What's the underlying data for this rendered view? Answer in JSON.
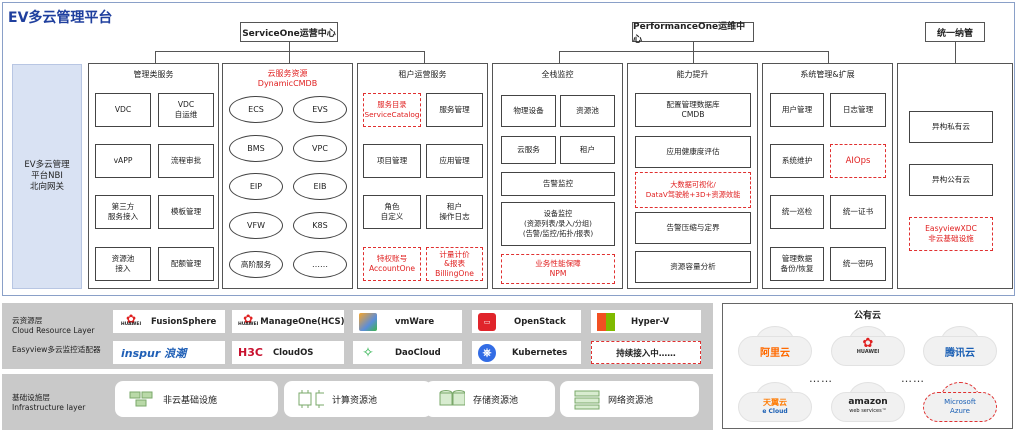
{
  "title": "EV多云管理平台",
  "headers": {
    "serviceone": "ServiceOne运营中心",
    "performanceone": "PerformanceOne运维中心",
    "unified": "统一纳管"
  },
  "left_column": "EV多云管理\n平台NBI\n北向网关",
  "panels": {
    "mgmt": {
      "title": "管理类服务",
      "items": [
        "VDC",
        "VDC\n自运维",
        "vAPP",
        "流程审批",
        "第三方\n服务接入",
        "模板管理",
        "资源池\n接入",
        "配额管理"
      ]
    },
    "cloud": {
      "title": "云服务资源\nDynamicCMDB",
      "items": [
        "ECS",
        "EVS",
        "BMS",
        "VPC",
        "EIP",
        "EIB",
        "VFW",
        "K8S",
        "高阶服务",
        "……"
      ]
    },
    "tenant": {
      "title": "租户运营服务",
      "items": [
        "服务目录\nServiceCatalog",
        "服务管理",
        "项目管理",
        "应用管理",
        "角色\n自定义",
        "租户\n操作日志",
        "特权账号\nAccountOne",
        "计量计价\n&报表\nBillingOne"
      ]
    },
    "monitor": {
      "title": "全栈监控",
      "items": [
        "物理设备",
        "资源池",
        "云服务",
        "租户",
        "告警监控",
        "设备监控\n(资源列表/录入/分组)\n(告警/监控/拓扑/报表)",
        "业务性能保障\nNPM"
      ]
    },
    "capability": {
      "title": "能力提升",
      "items": [
        "配置管理数据库\nCMDB",
        "应用健康度评估",
        "大数据可视化/\nDataV驾驶舱+3D+资源效能",
        "告警压缩与定界",
        "资源容量分析"
      ]
    },
    "sysmgmt": {
      "title": "系统管理&扩展",
      "items": [
        "用户管理",
        "日志管理",
        "系统维护",
        "AIOps",
        "统一巡检",
        "统一证书",
        "管理数据\n备份/恢复",
        "统一密码"
      ]
    },
    "unified": {
      "items": [
        "异构私有云",
        "异构公有云",
        "EasyviewXDC\n非云基础设施"
      ]
    }
  },
  "resource_layer": {
    "label1": "云资源层\nCloud Resource Layer",
    "label2": "Easyview多云监控适配器",
    "row1": [
      "FusionSphere",
      "ManageOne(HCS)",
      "vmWare",
      "OpenStack",
      "Hyper-V"
    ],
    "row2": [
      "CloudOS",
      "DaoCloud",
      "Kubernetes",
      "持续接入中……"
    ],
    "logos": {
      "huawei": "HUAWEI",
      "inspur": "inspur 浪潮",
      "h3c": "H3C"
    }
  },
  "infra_layer": {
    "label": "基础设施层\nInfrastructure layer",
    "items": [
      "非云基础设施",
      "计算资源池",
      "存储资源池",
      "网络资源池"
    ]
  },
  "public_cloud": {
    "title": "公有云",
    "clouds": [
      "阿里云",
      "HUAWEI",
      "腾讯云",
      "天翼云",
      "amazon",
      "Microsoft\nAzure"
    ],
    "sub": {
      "tianyi": "e Cloud",
      "amazon": "web services™"
    },
    "dots": "……"
  },
  "colors": {
    "title": "#1f3f9e",
    "red": "#e02020",
    "leftcol": "#d9e2f3",
    "band": "#c9c9c9"
  }
}
